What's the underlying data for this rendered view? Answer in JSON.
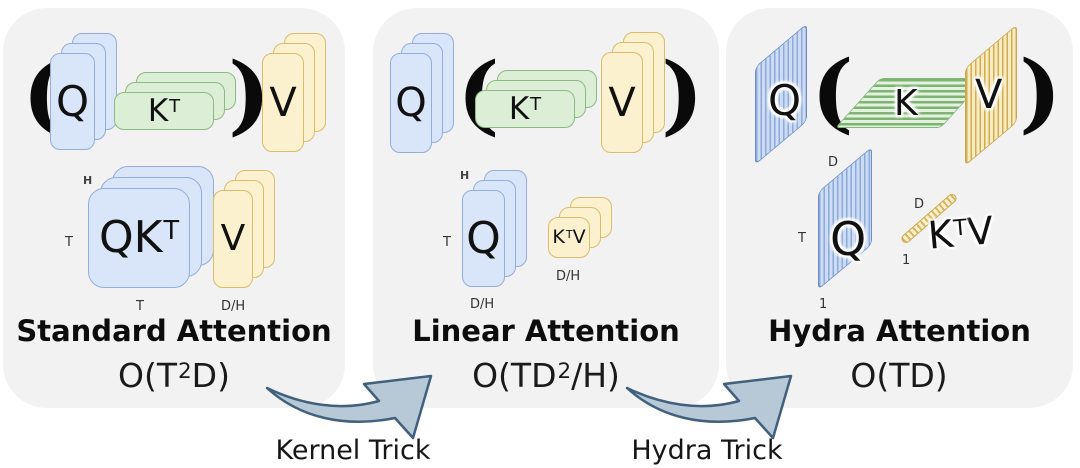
{
  "figure": {
    "panels": [
      {
        "title": "Standard Attention",
        "complexity": {
          "pre": "O(T",
          "sup": "2",
          "post": "D)"
        },
        "formula": {
          "paren_open": "(",
          "paren_close": ")",
          "q": "Q",
          "k_base": "K",
          "k_sup": "T",
          "v": "V"
        },
        "result": {
          "qk_base": "QK",
          "qk_sup": "T",
          "v": "V",
          "labels": {
            "heads": "H",
            "rows": "T",
            "cols": "T",
            "v_cols": "D/H"
          }
        }
      },
      {
        "title": "Linear Attention",
        "complexity": {
          "pre": "O(TD",
          "sup": "2",
          "post": "/H)"
        },
        "formula": {
          "paren_open": "(",
          "paren_close": ")",
          "q": "Q",
          "k_base": "K",
          "k_sup": "T",
          "v": "V"
        },
        "result": {
          "q": "Q",
          "ktv_pre": "K",
          "ktv_sup": "T",
          "ktv_post": "V",
          "labels": {
            "heads": "H",
            "rows": "T",
            "q_cols": "D/H",
            "ktv_cols": "D/H"
          }
        }
      },
      {
        "title": "Hydra Attention",
        "complexity": {
          "pre": "O(TD)",
          "sup": "",
          "post": ""
        },
        "formula": {
          "paren_open": "(",
          "paren_close": ")",
          "q": "Q",
          "k_base": "K",
          "v": "V"
        },
        "result": {
          "q": "Q",
          "ktv_pre": "K",
          "ktv_sup": "T",
          "ktv_post": "V",
          "labels": {
            "q_cols": "D",
            "rows": "T",
            "q_width": "1",
            "bar_cols": "D",
            "bar_width": "1"
          }
        }
      }
    ],
    "transitions": [
      {
        "label": "Kernel Trick"
      },
      {
        "label": "Hydra Trick"
      }
    ],
    "colors": {
      "panel_bg": "#f2f2f2",
      "q_fill": "#d9e5f8",
      "q_border": "#94aedb",
      "k_fill": "#dceed6",
      "k_border": "#8cbb82",
      "v_fill": "#fbf1cf",
      "v_border": "#d9bd6c",
      "arrow_fill": "#b7c9d6",
      "arrow_stroke": "#40607e"
    }
  }
}
